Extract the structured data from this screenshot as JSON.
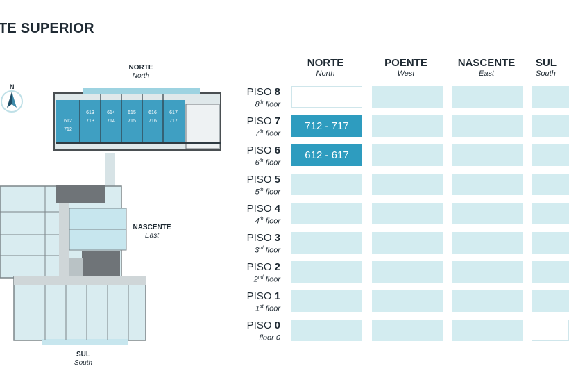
{
  "title": "TE SUPERIOR",
  "plan": {
    "north": {
      "pt": "NORTE",
      "en": "North"
    },
    "east": {
      "pt": "NASCENTE",
      "en": "East"
    },
    "south": {
      "pt": "SUL",
      "en": "South"
    },
    "compass": "N",
    "units_top": [
      "612",
      "613",
      "614",
      "615",
      "616",
      "617"
    ],
    "units_bottom": [
      "712",
      "713",
      "714",
      "715",
      "716",
      "717"
    ]
  },
  "columns": [
    {
      "pt": "NORTE",
      "en": "North"
    },
    {
      "pt": "POENTE",
      "en": "West"
    },
    {
      "pt": "NASCENTE",
      "en": "East"
    },
    {
      "pt": "SUL",
      "en": "South"
    }
  ],
  "floors": [
    {
      "pt_prefix": "PISO ",
      "num": "8",
      "en_num": "8",
      "en_sup": "th",
      "en_rest": " floor"
    },
    {
      "pt_prefix": "PISO ",
      "num": "7",
      "en_num": "7",
      "en_sup": "th",
      "en_rest": " floor"
    },
    {
      "pt_prefix": "PISO ",
      "num": "6",
      "en_num": "6",
      "en_sup": "th",
      "en_rest": " floor"
    },
    {
      "pt_prefix": "PISO ",
      "num": "5",
      "en_num": "5",
      "en_sup": "th",
      "en_rest": " floor"
    },
    {
      "pt_prefix": "PISO ",
      "num": "4",
      "en_num": "4",
      "en_sup": "th",
      "en_rest": " floor"
    },
    {
      "pt_prefix": "PISO ",
      "num": "3",
      "en_num": "3",
      "en_sup": "rd",
      "en_rest": " floor"
    },
    {
      "pt_prefix": "PISO ",
      "num": "2",
      "en_num": "2",
      "en_sup": "nd",
      "en_rest": " floor"
    },
    {
      "pt_prefix": "PISO ",
      "num": "1",
      "en_num": "1",
      "en_sup": "st",
      "en_rest": " floor"
    },
    {
      "pt_prefix": "PISO ",
      "num": "0",
      "en_num": "",
      "en_sup": "",
      "en_rest": "floor 0"
    }
  ],
  "cells": {
    "floor8_north": "",
    "floor7_north": "712 - 717",
    "floor6_north": "612 - 617"
  },
  "colors": {
    "accent": "#2e9cbf",
    "cell": "#d3ecf0",
    "text": "#1f2a33"
  }
}
